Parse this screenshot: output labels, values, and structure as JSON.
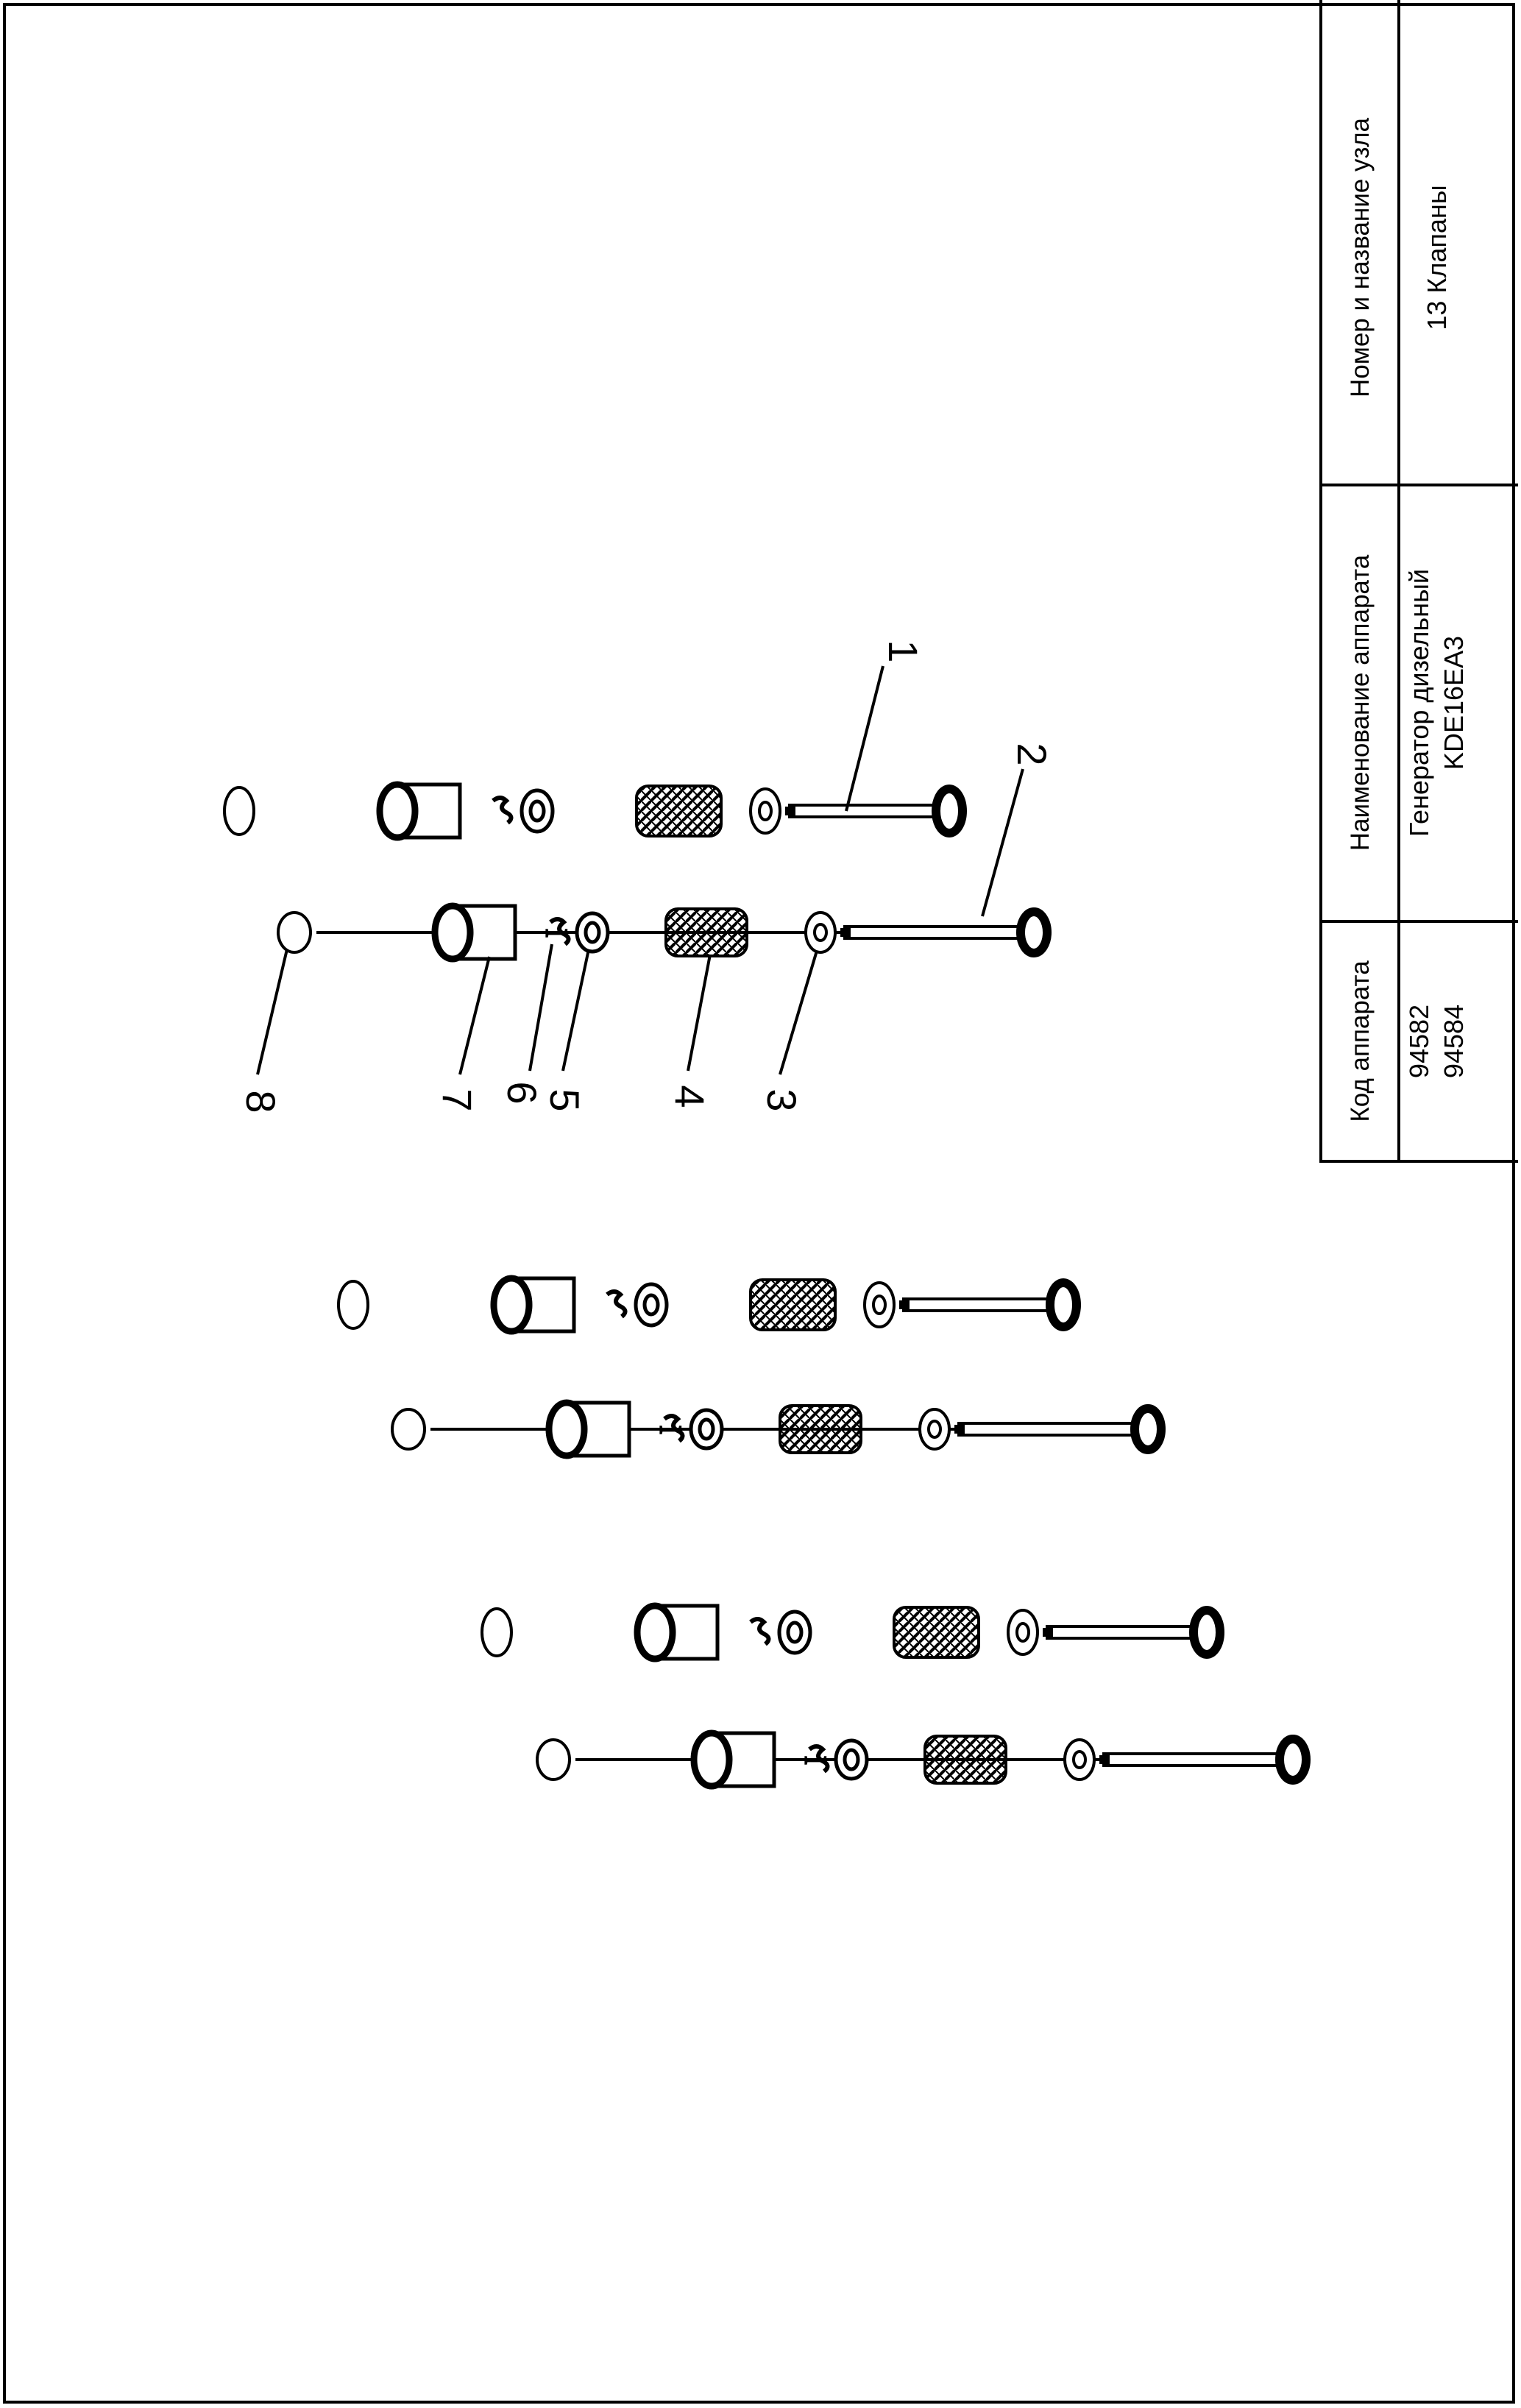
{
  "title_block": {
    "code_header": "Код аппарата",
    "code_values": "94582\n94584",
    "name_header": "Наименование аппарата",
    "name_value": "Генератор дизельный\nKDE16EA3",
    "unit_header": "Номер и название узла",
    "unit_value": "13 Клапаны"
  },
  "callouts": [
    "1",
    "2",
    "3",
    "4",
    "5",
    "6",
    "7",
    "8"
  ]
}
